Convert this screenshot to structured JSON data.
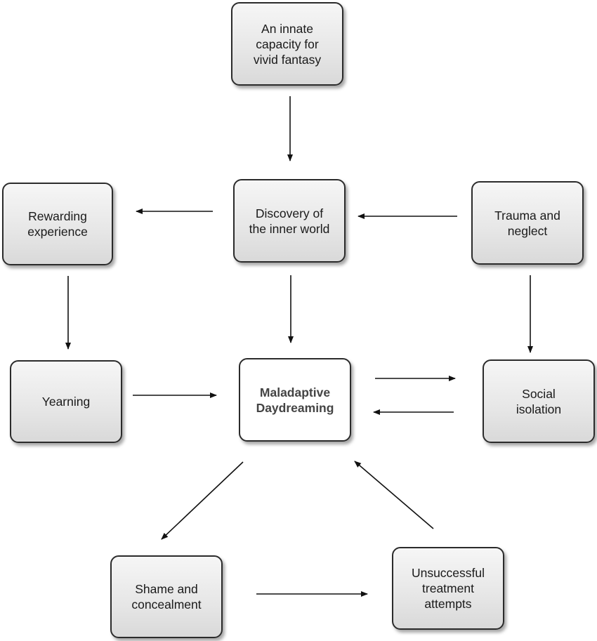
{
  "nodes": {
    "fantasy": {
      "lines": [
        "An innate",
        "capacity for",
        "vivid fantasy"
      ]
    },
    "discovery": {
      "lines": [
        "Discovery of",
        "the inner world"
      ]
    },
    "rewarding": {
      "lines": [
        "Rewarding",
        "experience"
      ]
    },
    "trauma": {
      "lines": [
        "Trauma and",
        "neglect"
      ]
    },
    "yearning": {
      "lines": [
        "Yearning"
      ]
    },
    "central": {
      "lines": [
        "Maladaptive",
        "Daydreaming"
      ]
    },
    "social": {
      "lines": [
        "Social",
        "isolation"
      ]
    },
    "shame": {
      "lines": [
        "Shame and",
        "concealment"
      ]
    },
    "treatment": {
      "lines": [
        "Unsuccessful",
        "treatment",
        "attempts"
      ]
    }
  },
  "edges": [
    {
      "from": "fantasy",
      "to": "discovery"
    },
    {
      "from": "discovery",
      "to": "rewarding"
    },
    {
      "from": "trauma",
      "to": "discovery"
    },
    {
      "from": "discovery",
      "to": "central"
    },
    {
      "from": "rewarding",
      "to": "yearning"
    },
    {
      "from": "trauma",
      "to": "social"
    },
    {
      "from": "yearning",
      "to": "central"
    },
    {
      "from": "central",
      "to": "social"
    },
    {
      "from": "social",
      "to": "central"
    },
    {
      "from": "central",
      "to": "shame"
    },
    {
      "from": "shame",
      "to": "treatment"
    },
    {
      "from": "treatment",
      "to": "central"
    }
  ]
}
